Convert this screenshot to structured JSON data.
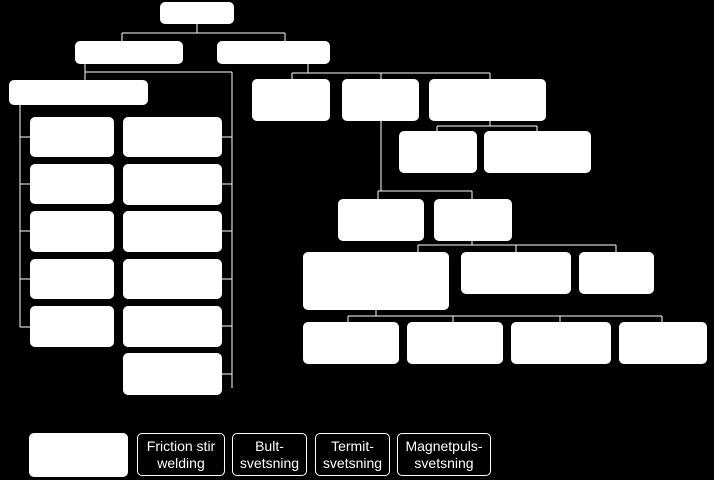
{
  "colors": {
    "background": "#000000",
    "box": "#ffffff",
    "line": "#ffffff",
    "text": "#ffffff"
  },
  "legend": {
    "friction_stir": "Friction stir\nwelding",
    "bult": "Bult-\nsvetsning",
    "termit": "Termit-\nsvetsning",
    "magnetpuls": "Magnetpuls-\nsvetsning"
  }
}
